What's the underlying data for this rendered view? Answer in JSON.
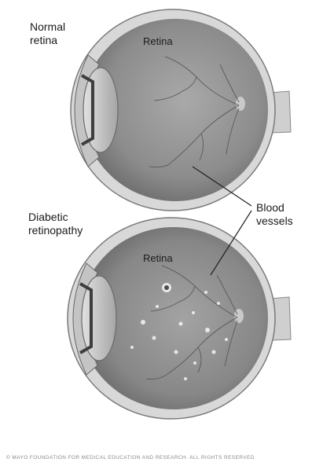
{
  "labels": {
    "normal_retina": "Normal\nretina",
    "diabetic_retinopathy": "Diabetic\nretinopathy",
    "retina_top": "Retina",
    "retina_bottom": "Retina",
    "blood_vessels": "Blood\nvessels"
  },
  "copyright": "© MAYO FOUNDATION FOR MEDICAL EDUCATION AND RESEARCH. ALL RIGHTS RESERVED",
  "colors": {
    "background": "#ffffff",
    "eye_interior": "#8f8f8f",
    "sclera": "#d6d6d6",
    "lens": "#b9b9b9",
    "vessels": "#5a5a5a",
    "spots": "#f2f2f2"
  }
}
